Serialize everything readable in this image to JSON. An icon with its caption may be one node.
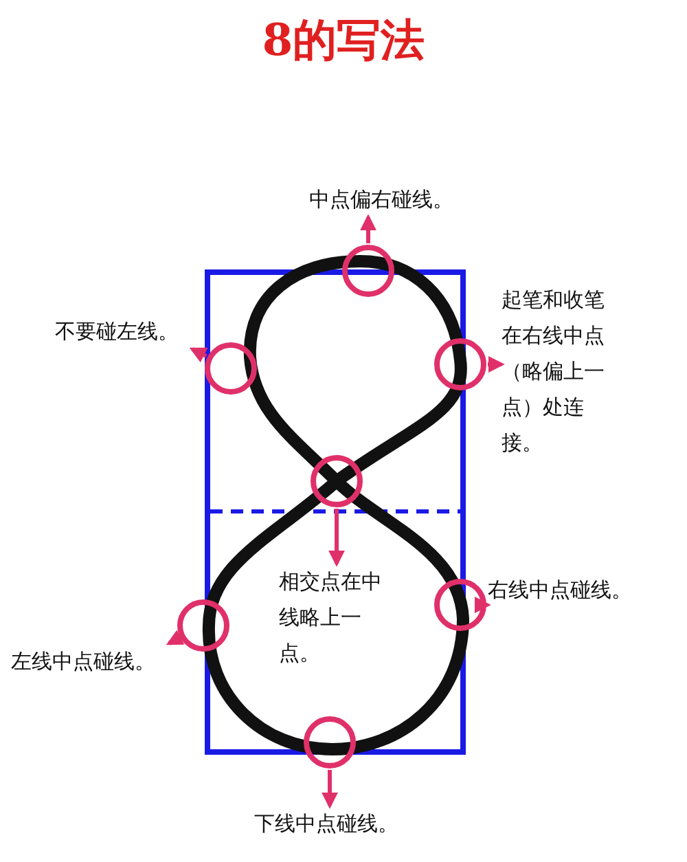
{
  "diagram": {
    "title": "8的写法",
    "nodes": [
      {
        "text": [
          "中点偏右碰线。"
        ]
      },
      {
        "text": [],
        "shape": "circle"
      },
      {
        "text": [
          "不要碰左线。"
        ]
      },
      {
        "text": [],
        "shape": "circle"
      },
      {
        "text": [
          "起笔和收笔在右线中点（略偏上一点）处连接。"
        ]
      },
      {
        "text": [],
        "shape": "circle"
      },
      {
        "text": [],
        "shape": "circle"
      },
      {
        "text": [
          "相交点在中线略上一点。"
        ]
      },
      {
        "text": [
          "左线中点碰线。"
        ]
      },
      {
        "text": [],
        "shape": "circle"
      },
      {
        "text": [
          "右线中点碰线。"
        ]
      },
      {
        "text": [],
        "shape": "circle"
      },
      {
        "text": [],
        "shape": "circle"
      },
      {
        "text": [
          "下线中点碰线。"
        ]
      }
    ],
    "edges": [
      {
        "from": 1,
        "to": 0,
        "arrow": "to"
      },
      {
        "from": 3,
        "to": 2,
        "arrow": "to"
      },
      {
        "from": 5,
        "to": 4,
        "arrow": "to"
      },
      {
        "from": 6,
        "to": 7,
        "arrow": "to"
      },
      {
        "from": 9,
        "to": 8,
        "arrow": "to"
      },
      {
        "from": 11,
        "to": 10,
        "arrow": "to"
      },
      {
        "from": 12,
        "to": 13,
        "arrow": "to"
      }
    ]
  }
}
